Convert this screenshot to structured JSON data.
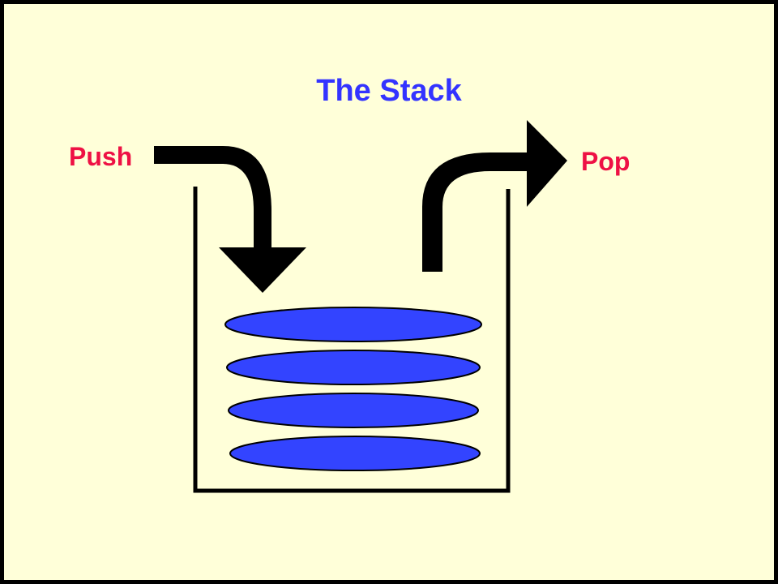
{
  "title": "The Stack",
  "labels": {
    "push": "Push",
    "pop": "Pop"
  },
  "colors": {
    "background": "#ffffd9",
    "title": "#3333ff",
    "labels": "#ee1144",
    "plates": "#3344ff",
    "arrows": "#000000"
  },
  "stack": {
    "plate_count": 4
  }
}
